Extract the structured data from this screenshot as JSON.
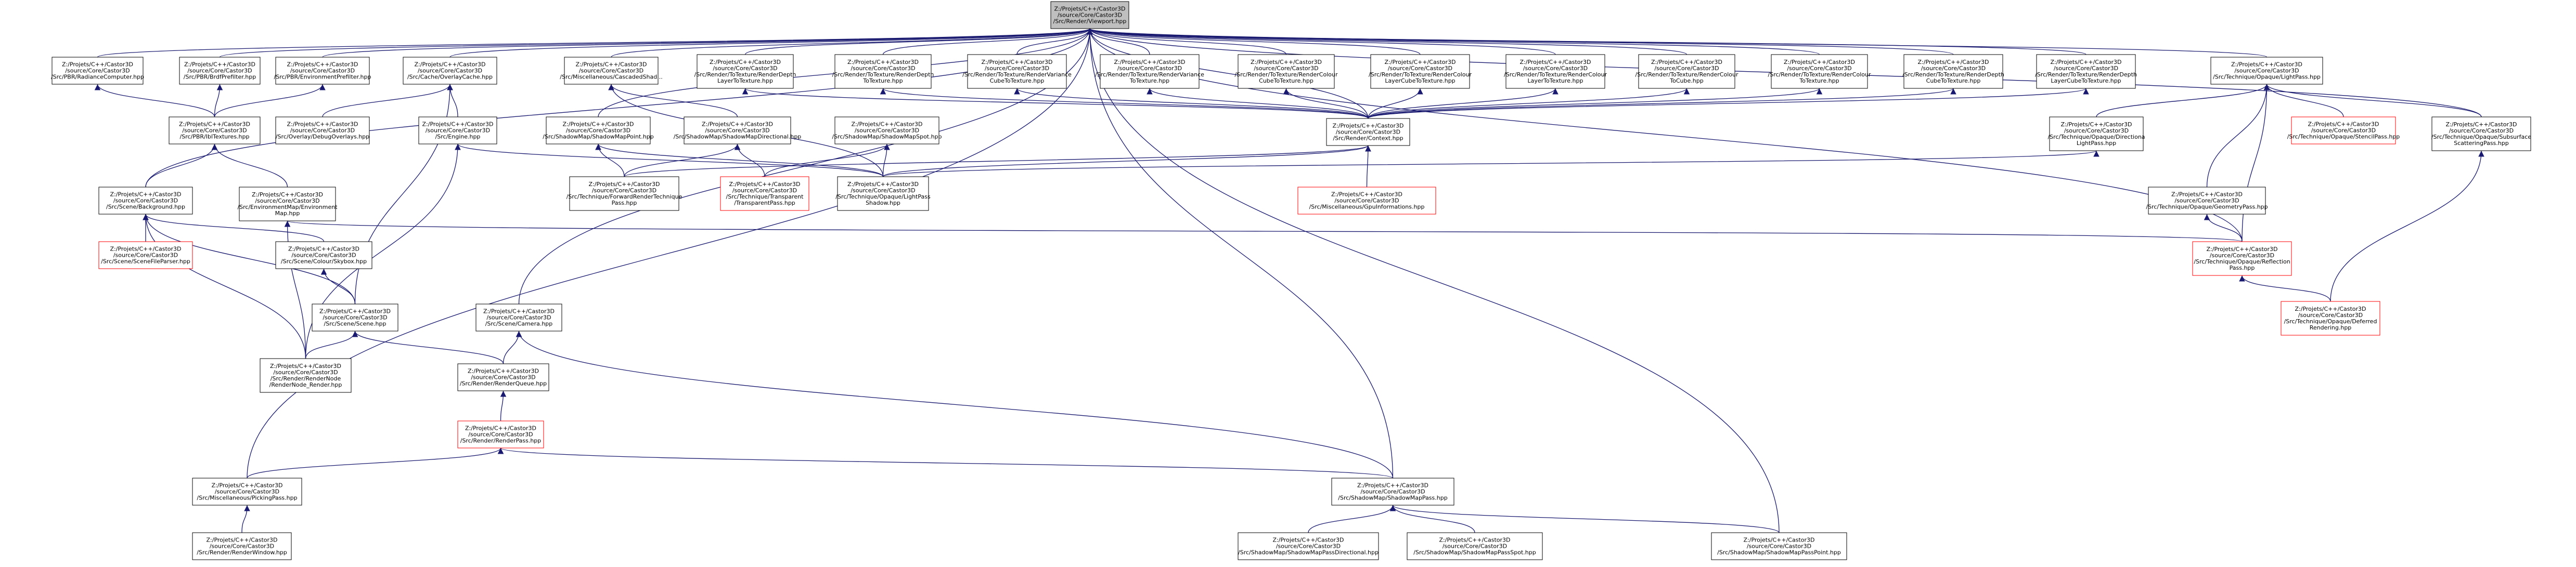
{
  "graph": {
    "colors": {
      "root_fill": "#bfbfbf",
      "node_border": "#000000",
      "truncated_border": "#ff0000",
      "edge": "#191970",
      "edge_red": "#8b1a1a"
    },
    "nodes": [
      {
        "id": "root",
        "lines": [
          "Z:/Projets/C++/Castor3D",
          "/source/Core/Castor3D",
          "/Src/Render/Viewport.hpp"
        ],
        "truncated": false,
        "root": true
      },
      {
        "id": "n_pbr_rad",
        "lines": [
          "Z:/Projets/C++/Castor3D",
          "/source/Core/Castor3D",
          "/Src/PBR/RadianceComputer.hpp"
        ]
      },
      {
        "id": "n_pbr_brdf",
        "lines": [
          "Z:/Projets/C++/Castor3D",
          "/source/Core/Castor3D",
          "/Src/PBR/BrdfPrefilter.hpp"
        ]
      },
      {
        "id": "n_pbr_envpref",
        "lines": [
          "Z:/Projets/C++/Castor3D",
          "/source/Core/Castor3D",
          "/Src/PBR/EnvironmentPrefilter.hpp"
        ]
      },
      {
        "id": "n_overlaycache",
        "lines": [
          "Z:/Projets/C++/Castor3D",
          "/source/Core/Castor3D",
          "/Src/Cache/OverlayCache.hpp"
        ]
      },
      {
        "id": "n_cascsm",
        "lines": [
          "Z:/Projets/C++/Castor3D",
          "/source/Core/Castor3D",
          "/Src/Miscellaneous/CascadedShad..."
        ]
      },
      {
        "id": "n_rt_depthlayer",
        "lines": [
          "Z:/Projets/C++/Castor3D",
          "/source/Core/Castor3D",
          "/Src/Render/ToTexture/RenderDepth",
          "LayerToTexture.hpp"
        ]
      },
      {
        "id": "n_rt_depth",
        "lines": [
          "Z:/Projets/C++/Castor3D",
          "/source/Core/Castor3D",
          "/Src/Render/ToTexture/RenderDepth",
          "ToTexture.hpp"
        ]
      },
      {
        "id": "n_rt_varcube",
        "lines": [
          "Z:/Projets/C++/Castor3D",
          "/source/Core/Castor3D",
          "/Src/Render/ToTexture/RenderVariance",
          "CubeToTexture.hpp"
        ]
      },
      {
        "id": "n_rt_var",
        "lines": [
          "Z:/Projets/C++/Castor3D",
          "/source/Core/Castor3D",
          "/Src/Render/ToTexture/RenderVariance",
          "ToTexture.hpp"
        ]
      },
      {
        "id": "n_rt_colcube",
        "lines": [
          "Z:/Projets/C++/Castor3D",
          "/source/Core/Castor3D",
          "/Src/Render/ToTexture/RenderColour",
          "CubeToTexture.hpp"
        ]
      },
      {
        "id": "n_rt_colcubelayer",
        "lines": [
          "Z:/Projets/C++/Castor3D",
          "/source/Core/Castor3D",
          "/Src/Render/ToTexture/RenderColour",
          "LayerCubeToTexture.hpp"
        ]
      },
      {
        "id": "n_rt_collayer",
        "lines": [
          "Z:/Projets/C++/Castor3D",
          "/source/Core/Castor3D",
          "/Src/Render/ToTexture/RenderColour",
          "LayerToTexture.hpp"
        ]
      },
      {
        "id": "n_rt_col2cube",
        "lines": [
          "Z:/Projets/C++/Castor3D",
          "/source/Core/Castor3D",
          "/Src/Render/ToTexture/RenderColour",
          "ToCube.hpp"
        ]
      },
      {
        "id": "n_rt_col",
        "lines": [
          "Z:/Projets/C++/Castor3D",
          "/source/Core/Castor3D",
          "/Src/Render/ToTexture/RenderColour",
          "ToTexture.hpp"
        ]
      },
      {
        "id": "n_rt_depthcube",
        "lines": [
          "Z:/Projets/C++/Castor3D",
          "/source/Core/Castor3D",
          "/Src/Render/ToTexture/RenderDepth",
          "CubeToTexture.hpp"
        ]
      },
      {
        "id": "n_rt_depthcubelayer",
        "lines": [
          "Z:/Projets/C++/Castor3D",
          "/source/Core/Castor3D",
          "/Src/Render/ToTexture/RenderDepth",
          "LayerCubeToTexture.hpp"
        ]
      },
      {
        "id": "n_lightpass",
        "lines": [
          "Z:/Projets/C++/Castor3D",
          "/source/Core/Castor3D",
          "/Src/Technique/Opaque/LightPass.hpp"
        ]
      },
      {
        "id": "n_ibltex",
        "lines": [
          "Z:/Projets/C++/Castor3D",
          "/source/Core/Castor3D",
          "/Src/PBR/IblTextures.hpp"
        ]
      },
      {
        "id": "n_debugoverlays",
        "lines": [
          "Z:/Projets/C++/Castor3D",
          "/source/Core/Castor3D",
          "/Src/Overlay/DebugOverlays.hpp"
        ]
      },
      {
        "id": "n_engine",
        "lines": [
          "Z:/Projets/C++/Castor3D",
          "/source/Core/Castor3D",
          "/Src/Engine.hpp"
        ]
      },
      {
        "id": "n_smpoint",
        "lines": [
          "Z:/Projets/C++/Castor3D",
          "/source/Core/Castor3D",
          "/Src/ShadowMap/ShadowMapPoint.hpp"
        ]
      },
      {
        "id": "n_smdir",
        "lines": [
          "Z:/Projets/C++/Castor3D",
          "/source/Core/Castor3D",
          "/Src/ShadowMap/ShadowMapDirectional.hpp"
        ]
      },
      {
        "id": "n_smspot",
        "lines": [
          "Z:/Projets/C++/Castor3D",
          "/source/Core/Castor3D",
          "/Src/ShadowMap/ShadowMapSpot.hpp"
        ]
      },
      {
        "id": "n_rendercontext",
        "lines": [
          "Z:/Projets/C++/Castor3D",
          "/source/Core/Castor3D",
          "/Src/Render/Context.hpp"
        ]
      },
      {
        "id": "n_dirlightpass",
        "lines": [
          "Z:/Projets/C++/Castor3D",
          "/source/Core/Castor3D",
          "/Src/Technique/Opaque/Directiona",
          "LightPass.hpp"
        ]
      },
      {
        "id": "n_stencilpass",
        "lines": [
          "Z:/Projets/C++/Castor3D",
          "/source/Core/Castor3D",
          "/Src/Technique/Opaque/StencilPass.hpp"
        ],
        "truncated": true
      },
      {
        "id": "n_subsurf",
        "lines": [
          "Z:/Projets/C++/Castor3D",
          "/source/Core/Castor3D",
          "/Src/Technique/Opaque/Subsurface",
          "ScatteringPass.hpp"
        ]
      },
      {
        "id": "n_scenebg",
        "lines": [
          "Z:/Projets/C++/Castor3D",
          "/source/Core/Castor3D",
          "/Src/Scene/Background.hpp"
        ]
      },
      {
        "id": "n_envmap",
        "lines": [
          "Z:/Projets/C++/Castor3D",
          "/source/Core/Castor3D",
          "/Src/EnvironmentMap/Environment",
          "Map.hpp"
        ]
      },
      {
        "id": "n_fwdtech",
        "lines": [
          "Z:/Projets/C++/Castor3D",
          "/source/Core/Castor3D",
          "/Src/Technique/ForwardRenderTechnique",
          "Pass.hpp"
        ]
      },
      {
        "id": "n_transp",
        "lines": [
          "Z:/Projets/C++/Castor3D",
          "/source/Core/Castor3D",
          "/Src/Technique/Transparent",
          "/TransparentPass.hpp"
        ],
        "truncated": true
      },
      {
        "id": "n_lpshadow",
        "lines": [
          "Z:/Projets/C++/Castor3D",
          "/source/Core/Castor3D",
          "/Src/Technique/Opaque/LightPass",
          "Shadow.hpp"
        ]
      },
      {
        "id": "n_ogldefs",
        "lines": [
          "Z:/Projets/C++/Castor3D",
          "/source/Core/Castor3D",
          "/Src/Miscellaneous/GpuInformations.hpp"
        ],
        "truncated": true
      },
      {
        "id": "n_geompass",
        "lines": [
          "Z:/Projets/C++/Castor3D",
          "/source/Core/Castor3D",
          "/Src/Technique/Opaque/GeometryPass.hpp"
        ]
      },
      {
        "id": "n_scenefile",
        "lines": [
          "Z:/Projets/C++/Castor3D",
          "/source/Core/Castor3D",
          "/Src/Scene/SceneFileParser.hpp"
        ],
        "truncated": true
      },
      {
        "id": "n_skybox",
        "lines": [
          "Z:/Projets/C++/Castor3D",
          "/source/Core/Castor3D",
          "/Src/Scene/Colour/Skybox.hpp"
        ]
      },
      {
        "id": "n_reflection",
        "lines": [
          "Z:/Projets/C++/Castor3D",
          "/source/Core/Castor3D",
          "/Src/Technique/Opaque/Reflection",
          "Pass.hpp"
        ],
        "truncated": true
      },
      {
        "id": "n_deferred",
        "lines": [
          "Z:/Projets/C++/Castor3D",
          "/source/Core/Castor3D",
          "/Src/Technique/Opaque/Deferred",
          "Rendering.hpp"
        ],
        "truncated": true
      },
      {
        "id": "n_scene",
        "lines": [
          "Z:/Projets/C++/Castor3D",
          "/source/Core/Castor3D",
          "/Src/Scene/Scene.hpp"
        ]
      },
      {
        "id": "n_camera",
        "lines": [
          "Z:/Projets/C++/Castor3D",
          "/source/Core/Castor3D",
          "/Src/Scene/Camera.hpp"
        ]
      },
      {
        "id": "n_rendernode",
        "lines": [
          "Z:/Projets/C++/Castor3D",
          "/source/Core/Castor3D",
          "/Src/Render/RenderNode",
          "/RenderNode_Render.hpp"
        ]
      },
      {
        "id": "n_renderqueue",
        "lines": [
          "Z:/Projets/C++/Castor3D",
          "/source/Core/Castor3D",
          "/Src/Render/RenderQueue.hpp"
        ]
      },
      {
        "id": "n_renderpass",
        "lines": [
          "Z:/Projets/C++/Castor3D",
          "/source/Core/Castor3D",
          "/Src/Render/RenderPass.hpp"
        ],
        "truncated": true
      },
      {
        "id": "n_picking",
        "lines": [
          "Z:/Projets/C++/Castor3D",
          "/source/Core/Castor3D",
          "/Src/Miscellaneous/PickingPass.hpp"
        ]
      },
      {
        "id": "n_smpass",
        "lines": [
          "Z:/Projets/C++/Castor3D",
          "/source/Core/Castor3D",
          "/Src/ShadowMap/ShadowMapPass.hpp"
        ]
      },
      {
        "id": "n_renderwindow",
        "lines": [
          "Z:/Projets/C++/Castor3D",
          "/source/Core/Castor3D",
          "/Src/Render/RenderWindow.hpp"
        ]
      },
      {
        "id": "n_smpassdir",
        "lines": [
          "Z:/Projets/C++/Castor3D",
          "/source/Core/Castor3D",
          "/Src/ShadowMap/ShadowMapPassDirectional.hpp"
        ]
      },
      {
        "id": "n_smpassspot",
        "lines": [
          "Z:/Projets/C++/Castor3D",
          "/source/Core/Castor3D",
          "/Src/ShadowMap/ShadowMapPassSpot.hpp"
        ]
      },
      {
        "id": "n_smpasspoint",
        "lines": [
          "Z:/Projets/C++/Castor3D",
          "/source/Core/Castor3D",
          "/Src/ShadowMap/ShadowMapPassPoint.hpp"
        ]
      }
    ],
    "edges": [
      [
        "root",
        "n_pbr_rad"
      ],
      [
        "root",
        "n_pbr_brdf"
      ],
      [
        "root",
        "n_pbr_envpref"
      ],
      [
        "root",
        "n_overlaycache"
      ],
      [
        "root",
        "n_cascsm"
      ],
      [
        "root",
        "n_rt_depthlayer"
      ],
      [
        "root",
        "n_rt_depth"
      ],
      [
        "root",
        "n_rt_varcube"
      ],
      [
        "root",
        "n_rt_var"
      ],
      [
        "root",
        "n_rt_colcube"
      ],
      [
        "root",
        "n_rt_colcubelayer"
      ],
      [
        "root",
        "n_rt_collayer"
      ],
      [
        "root",
        "n_rt_col2cube"
      ],
      [
        "root",
        "n_rt_col"
      ],
      [
        "root",
        "n_rt_depthcube"
      ],
      [
        "root",
        "n_rt_depthcubelayer"
      ],
      [
        "root",
        "n_lightpass"
      ],
      [
        "root",
        "n_subsurf"
      ],
      [
        "root",
        "n_scenebg"
      ],
      [
        "root",
        "n_camera"
      ],
      [
        "root",
        "n_picking"
      ],
      [
        "root",
        "n_smpass"
      ],
      [
        "root",
        "n_smpasspoint"
      ],
      [
        "root",
        "n_rendercontext"
      ],
      [
        "root",
        "n_smpoint"
      ],
      [
        "root",
        "n_reflection"
      ],
      [
        "n_pbr_rad",
        "n_ibltex"
      ],
      [
        "n_pbr_brdf",
        "n_ibltex"
      ],
      [
        "n_pbr_envpref",
        "n_ibltex"
      ],
      [
        "n_overlaycache",
        "n_debugoverlays"
      ],
      [
        "n_overlaycache",
        "n_engine"
      ],
      [
        "n_overlaycache",
        "n_scene"
      ],
      [
        "n_cascsm",
        "n_smdir"
      ],
      [
        "n_cascsm",
        "n_lpshadow"
      ],
      [
        "n_rt_depthlayer",
        "n_rendercontext"
      ],
      [
        "n_rt_depth",
        "n_rendercontext"
      ],
      [
        "n_rt_varcube",
        "n_rendercontext"
      ],
      [
        "n_rt_var",
        "n_rendercontext"
      ],
      [
        "n_rt_colcube",
        "n_rendercontext"
      ],
      [
        "n_rt_colcubelayer",
        "n_rendercontext"
      ],
      [
        "n_rt_collayer",
        "n_rendercontext"
      ],
      [
        "n_rt_col2cube",
        "n_rendercontext"
      ],
      [
        "n_rt_col",
        "n_rendercontext"
      ],
      [
        "n_rt_depthcube",
        "n_rendercontext"
      ],
      [
        "n_rt_depthcubelayer",
        "n_rendercontext"
      ],
      [
        "n_lightpass",
        "n_dirlightpass"
      ],
      [
        "n_lightpass",
        "n_stencilpass"
      ],
      [
        "n_lightpass",
        "n_subsurf"
      ],
      [
        "n_lightpass",
        "n_geompass"
      ],
      [
        "n_lightpass",
        "n_reflection"
      ],
      [
        "n_ibltex",
        "n_scenebg"
      ],
      [
        "n_ibltex",
        "n_envmap"
      ],
      [
        "n_engine",
        "n_lpshadow"
      ],
      [
        "n_engine",
        "n_rendernode"
      ],
      [
        "n_smpoint",
        "n_fwdtech"
      ],
      [
        "n_smpoint",
        "n_lpshadow"
      ],
      [
        "n_smdir",
        "n_fwdtech"
      ],
      [
        "n_smdir",
        "n_transp"
      ],
      [
        "n_smspot",
        "n_transp"
      ],
      [
        "n_smspot",
        "n_lpshadow"
      ],
      [
        "n_rendercontext",
        "n_ogldefs"
      ],
      [
        "n_rendercontext",
        "n_lpshadow"
      ],
      [
        "n_rendercontext",
        "n_fwdtech"
      ],
      [
        "n_dirlightpass",
        "n_lpshadow"
      ],
      [
        "n_subsurf",
        "n_deferred"
      ],
      [
        "n_scenebg",
        "n_scenefile"
      ],
      [
        "n_scenebg",
        "n_skybox"
      ],
      [
        "n_scenebg",
        "n_scene"
      ],
      [
        "n_scenebg",
        "n_rendernode"
      ],
      [
        "n_envmap",
        "n_reflection"
      ],
      [
        "n_envmap",
        "n_rendernode"
      ],
      [
        "n_geompass",
        "n_reflection"
      ],
      [
        "n_skybox",
        "n_scene"
      ],
      [
        "n_reflection",
        "n_deferred"
      ],
      [
        "n_scene",
        "n_rendernode"
      ],
      [
        "n_scene",
        "n_renderqueue"
      ],
      [
        "n_camera",
        "n_renderqueue"
      ],
      [
        "n_camera",
        "n_smpass"
      ],
      [
        "n_renderqueue",
        "n_renderpass"
      ],
      [
        "n_renderpass",
        "n_picking"
      ],
      [
        "n_renderpass",
        "n_smpass"
      ],
      [
        "n_picking",
        "n_renderwindow"
      ],
      [
        "n_smpass",
        "n_smpassdir"
      ],
      [
        "n_smpass",
        "n_smpassspot"
      ],
      [
        "n_smpass",
        "n_smpasspoint"
      ]
    ]
  }
}
